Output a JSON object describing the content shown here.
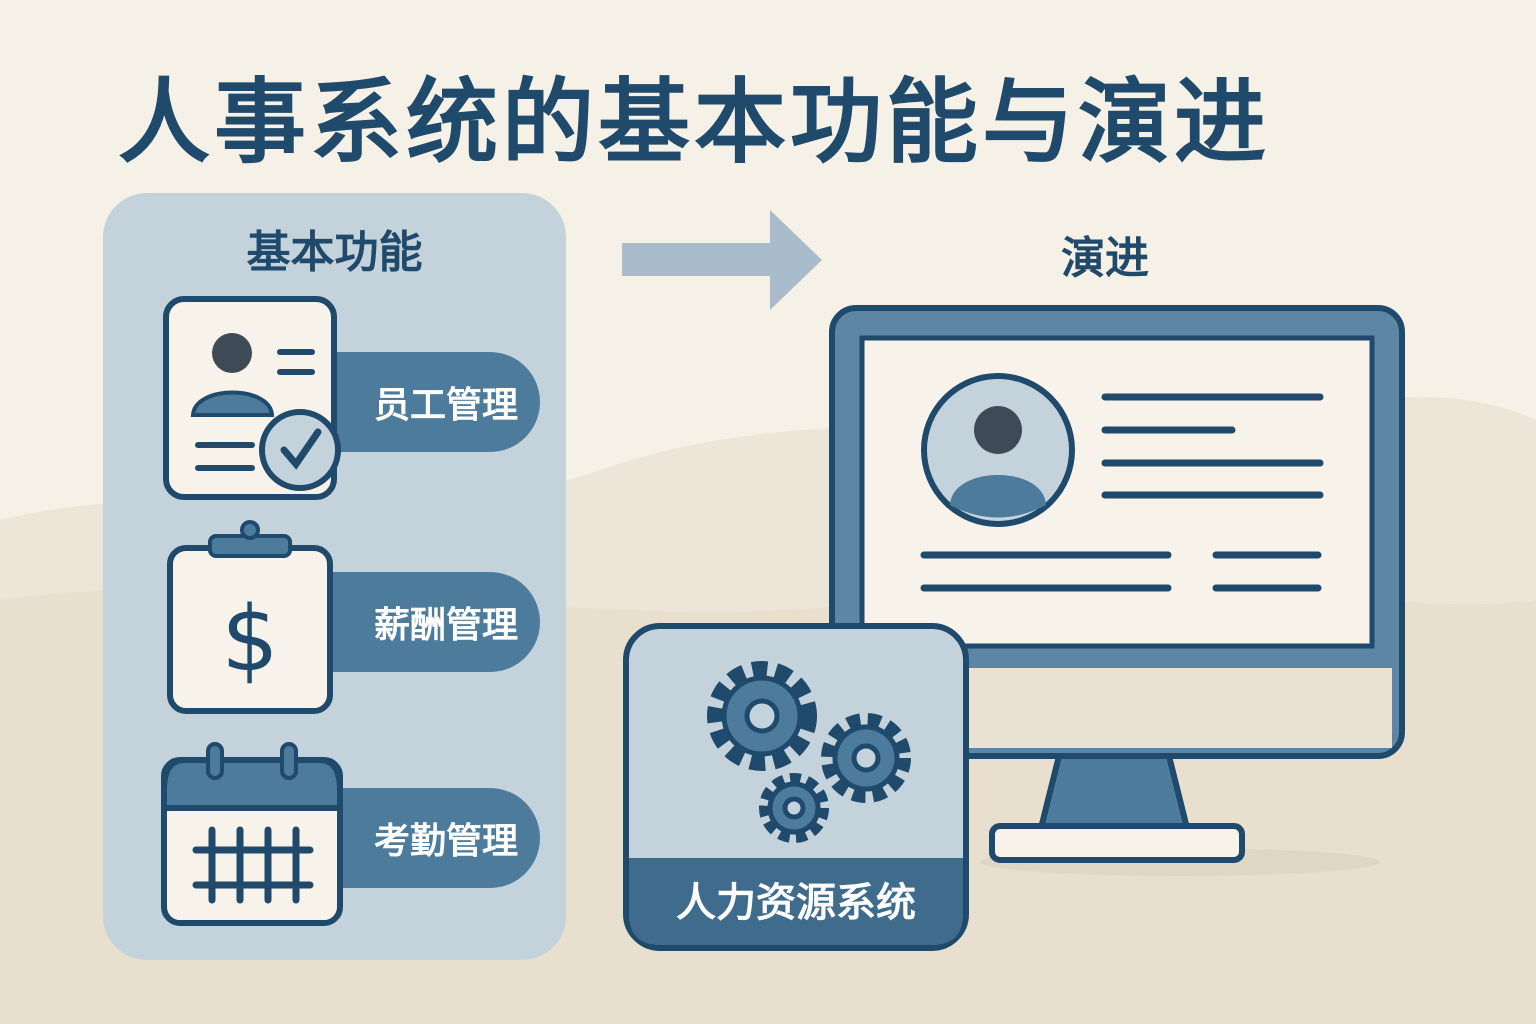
{
  "title": "人事系统的基本功能与演进",
  "basic": {
    "heading": "基本功能",
    "items": [
      {
        "label": "员工管理",
        "icon": "employee-card-icon"
      },
      {
        "label": "薪酬管理",
        "icon": "payroll-clipboard-icon"
      },
      {
        "label": "考勤管理",
        "icon": "calendar-icon"
      }
    ]
  },
  "evolution": {
    "heading": "演进",
    "system_label": "人力资源系统"
  },
  "colors": {
    "primary": "#1f4a6b",
    "accent": "#4d7b9b",
    "panel": "#c4d2dc",
    "background": "#f6f1e7"
  }
}
